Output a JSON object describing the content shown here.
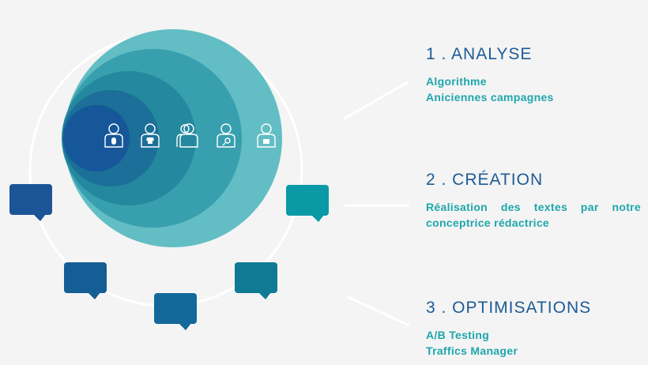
{
  "colors": {
    "background": "#f4f4f4",
    "title": "#1d5b96",
    "detail": "#1fa6ac",
    "rings": [
      "#62bec4",
      "#389fae",
      "#24889f",
      "#1b6f98",
      "#16579a"
    ],
    "bubbles": [
      "#1b5597",
      "#145e95",
      "#12699a",
      "#0e7a94",
      "#0a9aa6"
    ]
  },
  "icons": [
    "user-mouse-icon",
    "user-shirt-icon",
    "user-group-icon",
    "user-search-icon",
    "user-card-icon"
  ],
  "steps": [
    {
      "title": "1 . ANALYSE",
      "lines": [
        "Algorithme",
        "Aniciennes campagnes"
      ]
    },
    {
      "title": "2 . CRÉATION",
      "lines": [
        "Réalisation des textes par notre",
        "conceptrice rédactrice"
      ]
    },
    {
      "title": "3 . OPTIMISATIONS",
      "lines": [
        "A/B Testing",
        "Traffics Manager"
      ]
    }
  ]
}
